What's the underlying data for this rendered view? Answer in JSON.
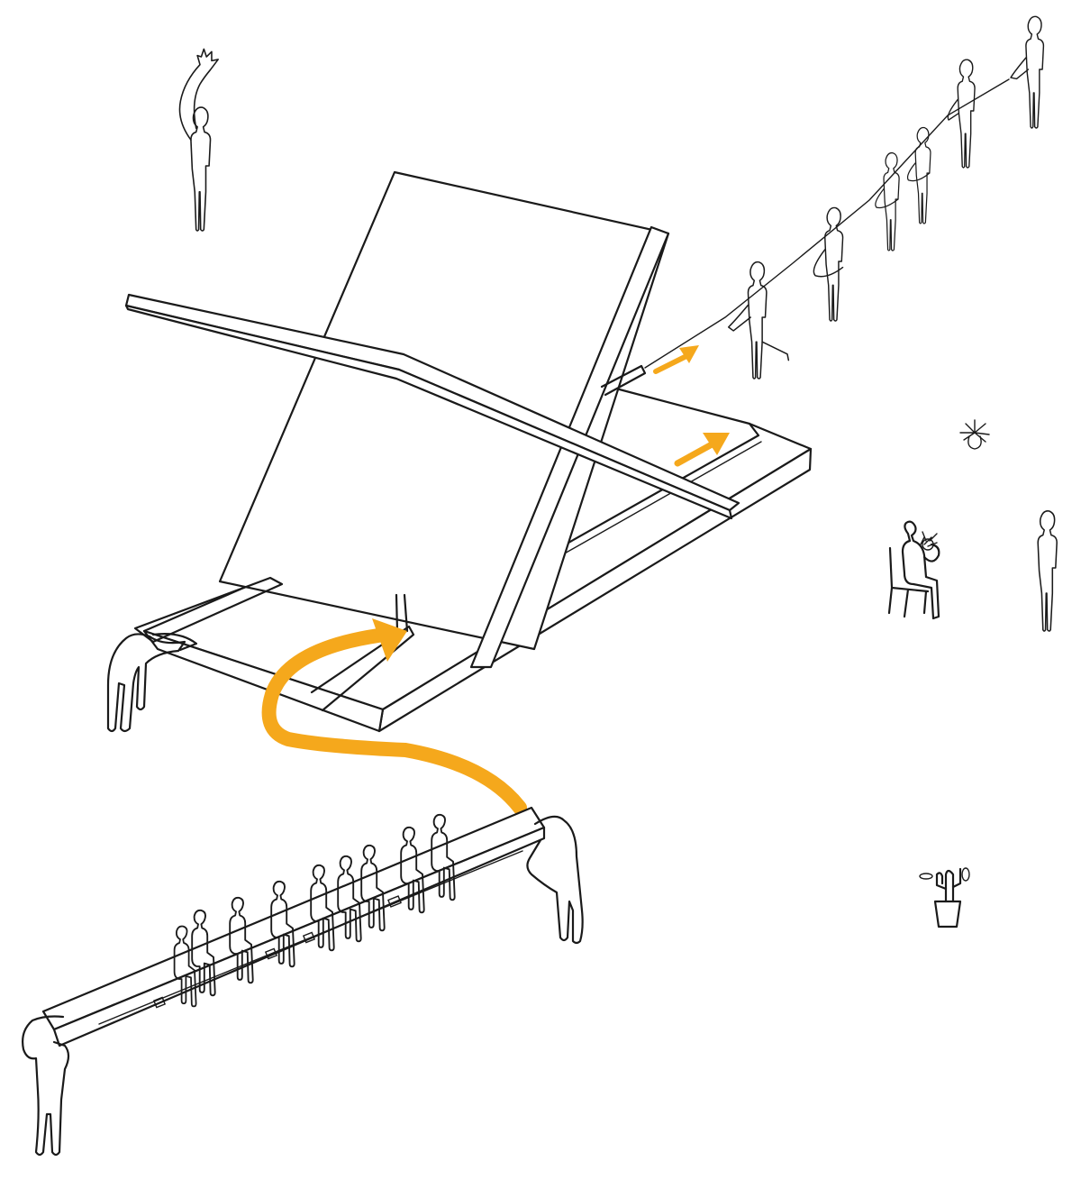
{
  "diagram": {
    "background": "#ffffff",
    "line_color": "#1a1a1a",
    "arrow_color": "#f5a81c",
    "elements": [
      "folding-platform",
      "carried-bench",
      "rope-pulling-team",
      "waving-person",
      "seated-person",
      "standing-person",
      "potted-cactus",
      "small-flower"
    ]
  }
}
